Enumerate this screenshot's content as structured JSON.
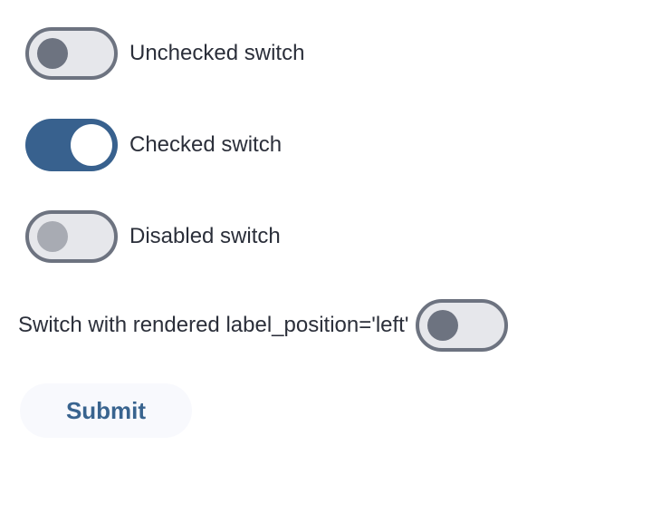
{
  "colors": {
    "track_off_fill": "#e6e7eb",
    "track_border": "#6d7380",
    "knob_off": "#6d7380",
    "knob_disabled": "#a8abb3",
    "track_on": "#38618e",
    "knob_on": "#ffffff",
    "label_text": "#2b2f3a",
    "button_bg": "#f8f9fd",
    "button_text": "#39648f",
    "page_bg": "#ffffff"
  },
  "switches": [
    {
      "label": "Unchecked switch",
      "state": "unchecked",
      "disabled": false,
      "label_position": "right"
    },
    {
      "label": "Checked switch",
      "state": "checked",
      "disabled": false,
      "label_position": "right"
    },
    {
      "label": "Disabled switch",
      "state": "unchecked",
      "disabled": true,
      "label_position": "right"
    },
    {
      "label": "Switch with rendered label_position='left'",
      "state": "unchecked",
      "disabled": false,
      "label_position": "left"
    }
  ],
  "submit_button": {
    "label": "Submit"
  }
}
